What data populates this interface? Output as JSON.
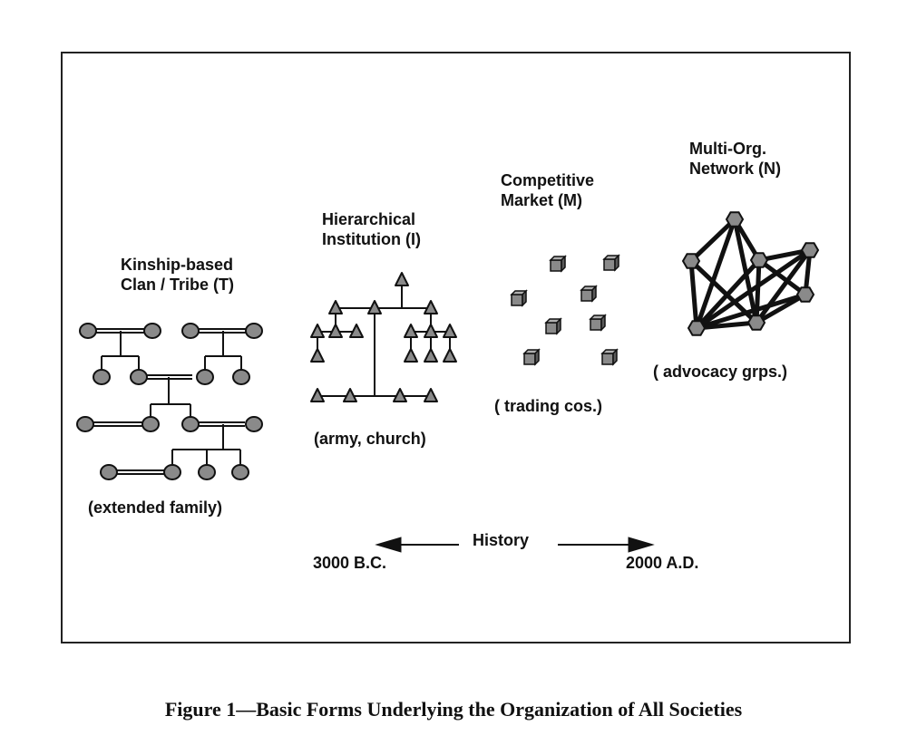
{
  "caption": "Figure 1—Basic Forms Underlying the Organization of All Societies",
  "forms": {
    "tribe": {
      "title_line1": "Kinship-based",
      "title_line2": "Clan / Tribe (T)",
      "example": "(extended family)"
    },
    "institution": {
      "title_line1": "Hierarchical",
      "title_line2": "Institution (I)",
      "example": "(army, church)"
    },
    "market": {
      "title_line1": "Competitive",
      "title_line2": "Market (M)",
      "example": "( trading cos.)"
    },
    "network": {
      "title_line1": "Multi-Org.",
      "title_line2": "Network (N)",
      "example": "( advocacy grps.)"
    }
  },
  "timeline": {
    "label": "History",
    "start": "3000 B.C.",
    "end": "2000 A.D."
  },
  "colors": {
    "node_fill": "#8a8a8a",
    "stroke": "#111111"
  },
  "icons": {
    "tribe_node": "ellipse",
    "institution_node": "triangle",
    "market_node": "cube",
    "network_node": "hexagon"
  }
}
